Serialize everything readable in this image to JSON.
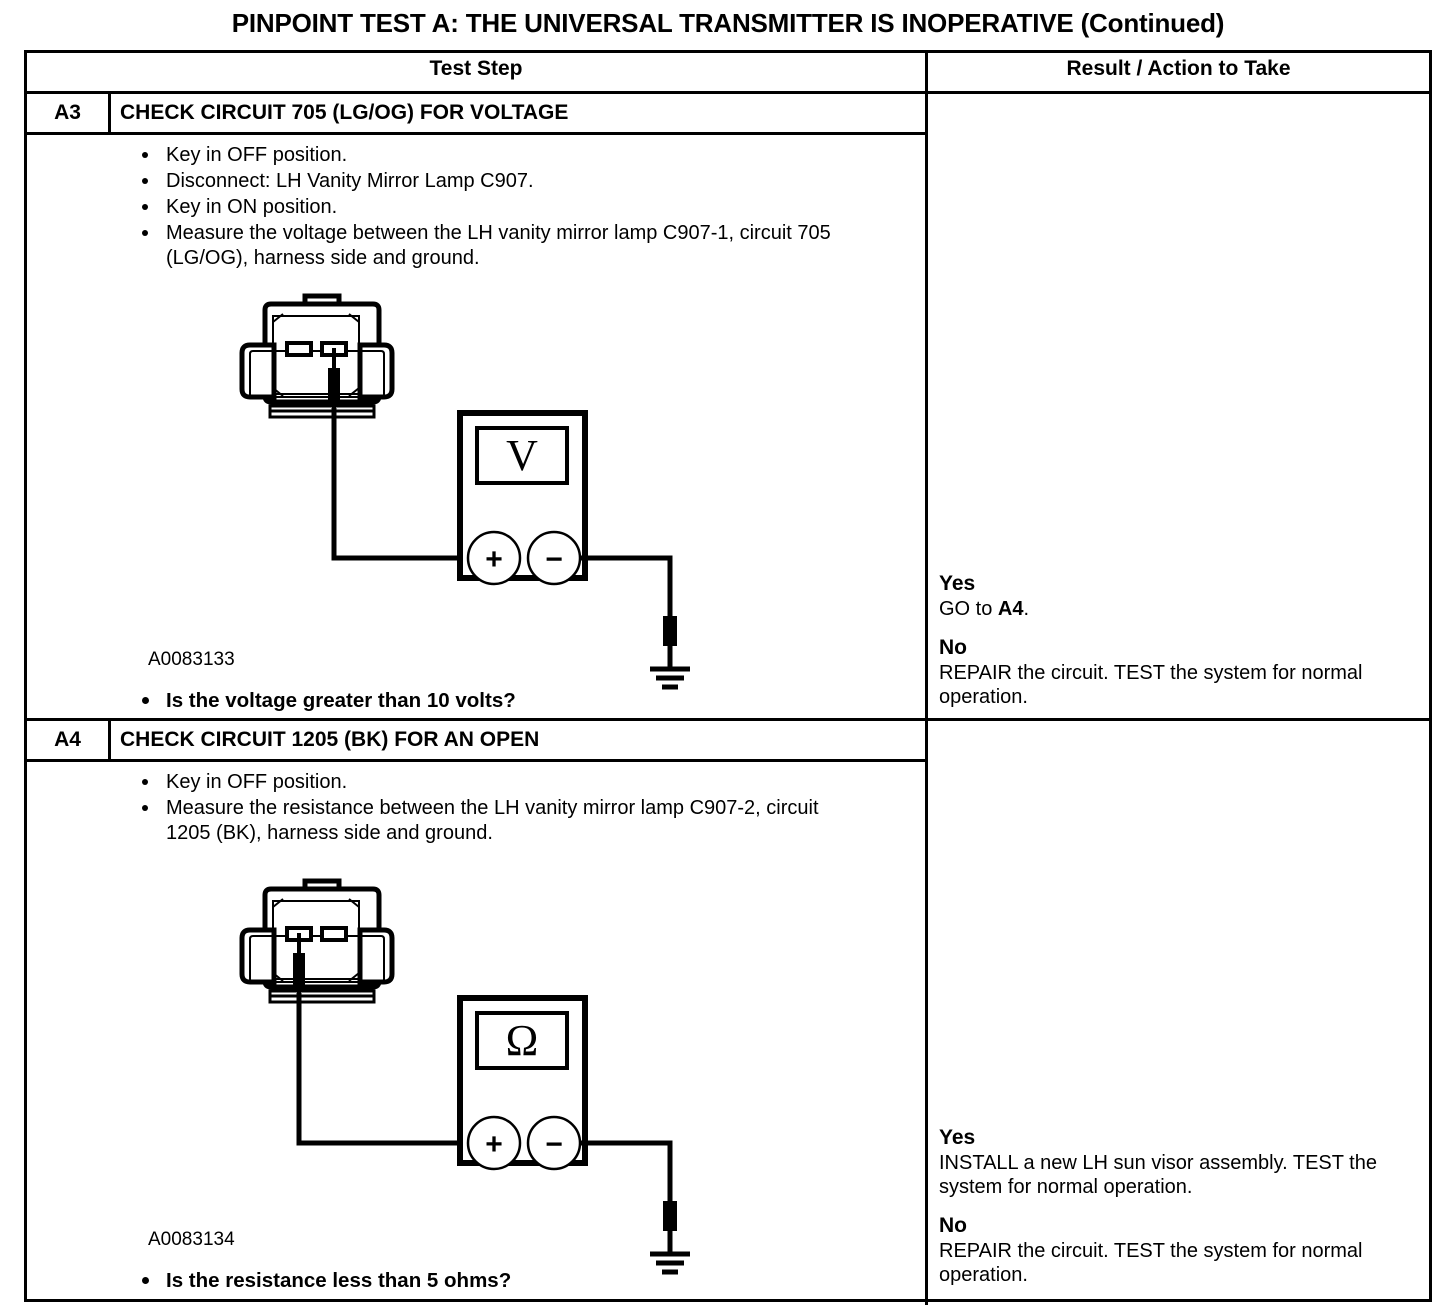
{
  "document": {
    "title": "PINPOINT TEST A: THE UNIVERSAL TRANSMITTER IS INOPERATIVE (Continued)"
  },
  "table": {
    "headers": {
      "test_step": "Test Step",
      "result_action": "Result / Action to Take"
    }
  },
  "steps": [
    {
      "id": "A3",
      "title": "CHECK CIRCUIT 705 (LG/OG) FOR VOLTAGE",
      "bullets": [
        "Key in OFF position.",
        "Disconnect: LH Vanity Mirror Lamp C907.",
        "Key in ON position.",
        "Measure the voltage between the LH vanity mirror lamp C907-1, circuit 705 (LG/OG), harness side and ground."
      ],
      "figure_id": "A0083133",
      "question": "Is the voltage greater than 10 volts?",
      "meter_symbol": "V",
      "meter_plus": "+",
      "meter_minus": "−",
      "results": {
        "yes_label": "Yes",
        "yes_text_pre": "GO to ",
        "yes_text_bold": "A4",
        "yes_text_post": ".",
        "no_label": "No",
        "no_text": "REPAIR the circuit. TEST the system for normal operation."
      }
    },
    {
      "id": "A4",
      "title": "CHECK CIRCUIT 1205 (BK) FOR AN OPEN",
      "bullets": [
        "Key in OFF position.",
        "Measure the resistance between the LH vanity mirror lamp C907-2, circuit 1205 (BK), harness side and ground."
      ],
      "figure_id": "A0083134",
      "question": "Is the resistance less than 5 ohms?",
      "meter_symbol": "Ω",
      "meter_plus": "+",
      "meter_minus": "−",
      "results": {
        "yes_label": "Yes",
        "yes_text": "INSTALL a new LH sun visor assembly. TEST the system for normal operation.",
        "no_label": "No",
        "no_text": "REPAIR the circuit. TEST the system for normal operation."
      }
    }
  ],
  "colors": {
    "ink": "#000000",
    "paper": "#ffffff"
  }
}
